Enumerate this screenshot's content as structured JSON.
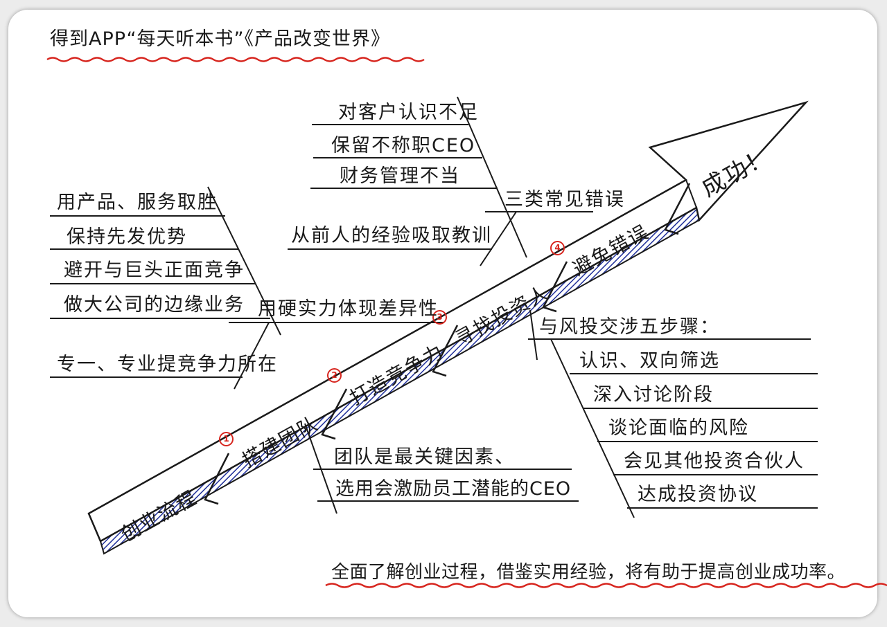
{
  "header": {
    "title": "得到APP“每天听本书”《产品改变世界》"
  },
  "arrow": {
    "start_label": "创业流程",
    "end_label": "成功！",
    "steps": [
      {
        "num": "1",
        "label": "搭建团队"
      },
      {
        "num": "2",
        "label": "打造竞争力"
      },
      {
        "num": "3",
        "label": "寻找投资人"
      },
      {
        "num": "4",
        "label": "避免错误"
      }
    ]
  },
  "branches": {
    "mistakes": {
      "label": "三类常见错误",
      "items": [
        "对客户认识不足",
        "保留不称职CEO",
        "财务管理不当"
      ],
      "extra": "从前人的经验吸取教训"
    },
    "competitiveness": {
      "label": "用硬实力体现差异性",
      "items": [
        "用产品、服务取胜",
        "保持先发优势",
        "避开与巨头正面竞争",
        "做大公司的边缘业务"
      ],
      "extra": "专一、专业提竞争力所在"
    },
    "investors": {
      "label": "与风投交涉五步骤：",
      "items": [
        "认识、双向筛选",
        "深入讨论阶段",
        "谈论面临的风险",
        "会见其他投资合伙人",
        "达成投资协议"
      ]
    },
    "team": {
      "items": [
        "团队是最关键因素、",
        "选用会激励员工潜能的CEO"
      ]
    }
  },
  "footer": {
    "summary": "全面了解创业过程，借鉴实用经验，将有助于提高创业成功率。"
  },
  "colors": {
    "ink": "#1a1a1a",
    "accent": "#d7261f",
    "shade": "#1f2f9a"
  }
}
